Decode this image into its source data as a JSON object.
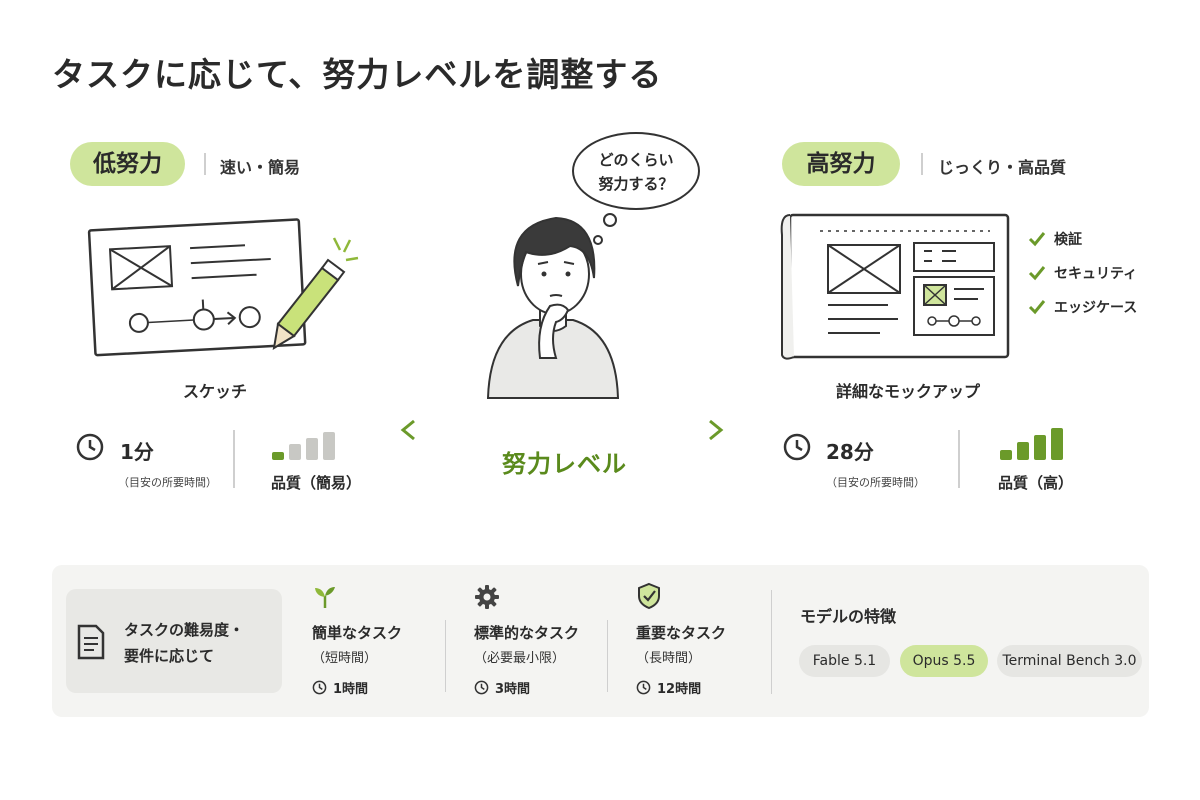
{
  "title": "タスクに応じて、努力レベルを調整する",
  "low": {
    "badge": "低努力",
    "subtitle": "速い・簡易",
    "caption": "スケッチ",
    "time": "1分",
    "time_note": "（目安の所要時間）",
    "quality": "品質（簡易）",
    "quality_level": 1,
    "quality_max": 4
  },
  "high": {
    "badge": "高努力",
    "subtitle": "じっくり・高品質",
    "caption": "詳細なモックアップ",
    "time": "28分",
    "time_note": "（目安の所要時間）",
    "quality": "品質（高）",
    "quality_level": 4,
    "quality_max": 4,
    "checklist": [
      "検証",
      "セキュリティ",
      "エッジケース"
    ]
  },
  "center": {
    "thought_line1": "どのくらい",
    "thought_line2": "努力する？",
    "axis_label": "努力レベル"
  },
  "bottom": {
    "card_line1": "タスクの難易度・",
    "card_line2": "要件に応じて",
    "tasks": [
      {
        "icon": "sprout-icon",
        "name": "簡単なタスク",
        "note": "（短時間）",
        "time": "1時間"
      },
      {
        "icon": "gear-icon",
        "name": "標準的なタスク",
        "note": "（必要最小限）",
        "time": "3時間"
      },
      {
        "icon": "shield-icon",
        "name": "重要なタスク",
        "note": "（長時間）",
        "time": "12時間"
      }
    ],
    "models_title": "モデルの特徴",
    "models": [
      {
        "label": "Fable 5.1",
        "active": false
      },
      {
        "label": "Opus 5.5",
        "active": true
      },
      {
        "label": "Terminal Bench 3.0",
        "active": false
      }
    ]
  },
  "colors": {
    "accent": "#cfe59c",
    "accent_dark": "#5a8a1c",
    "bar_gray": "#c8c8c4",
    "bar_green": "#6b9a2a",
    "panel_bg": "#f4f4f2"
  }
}
